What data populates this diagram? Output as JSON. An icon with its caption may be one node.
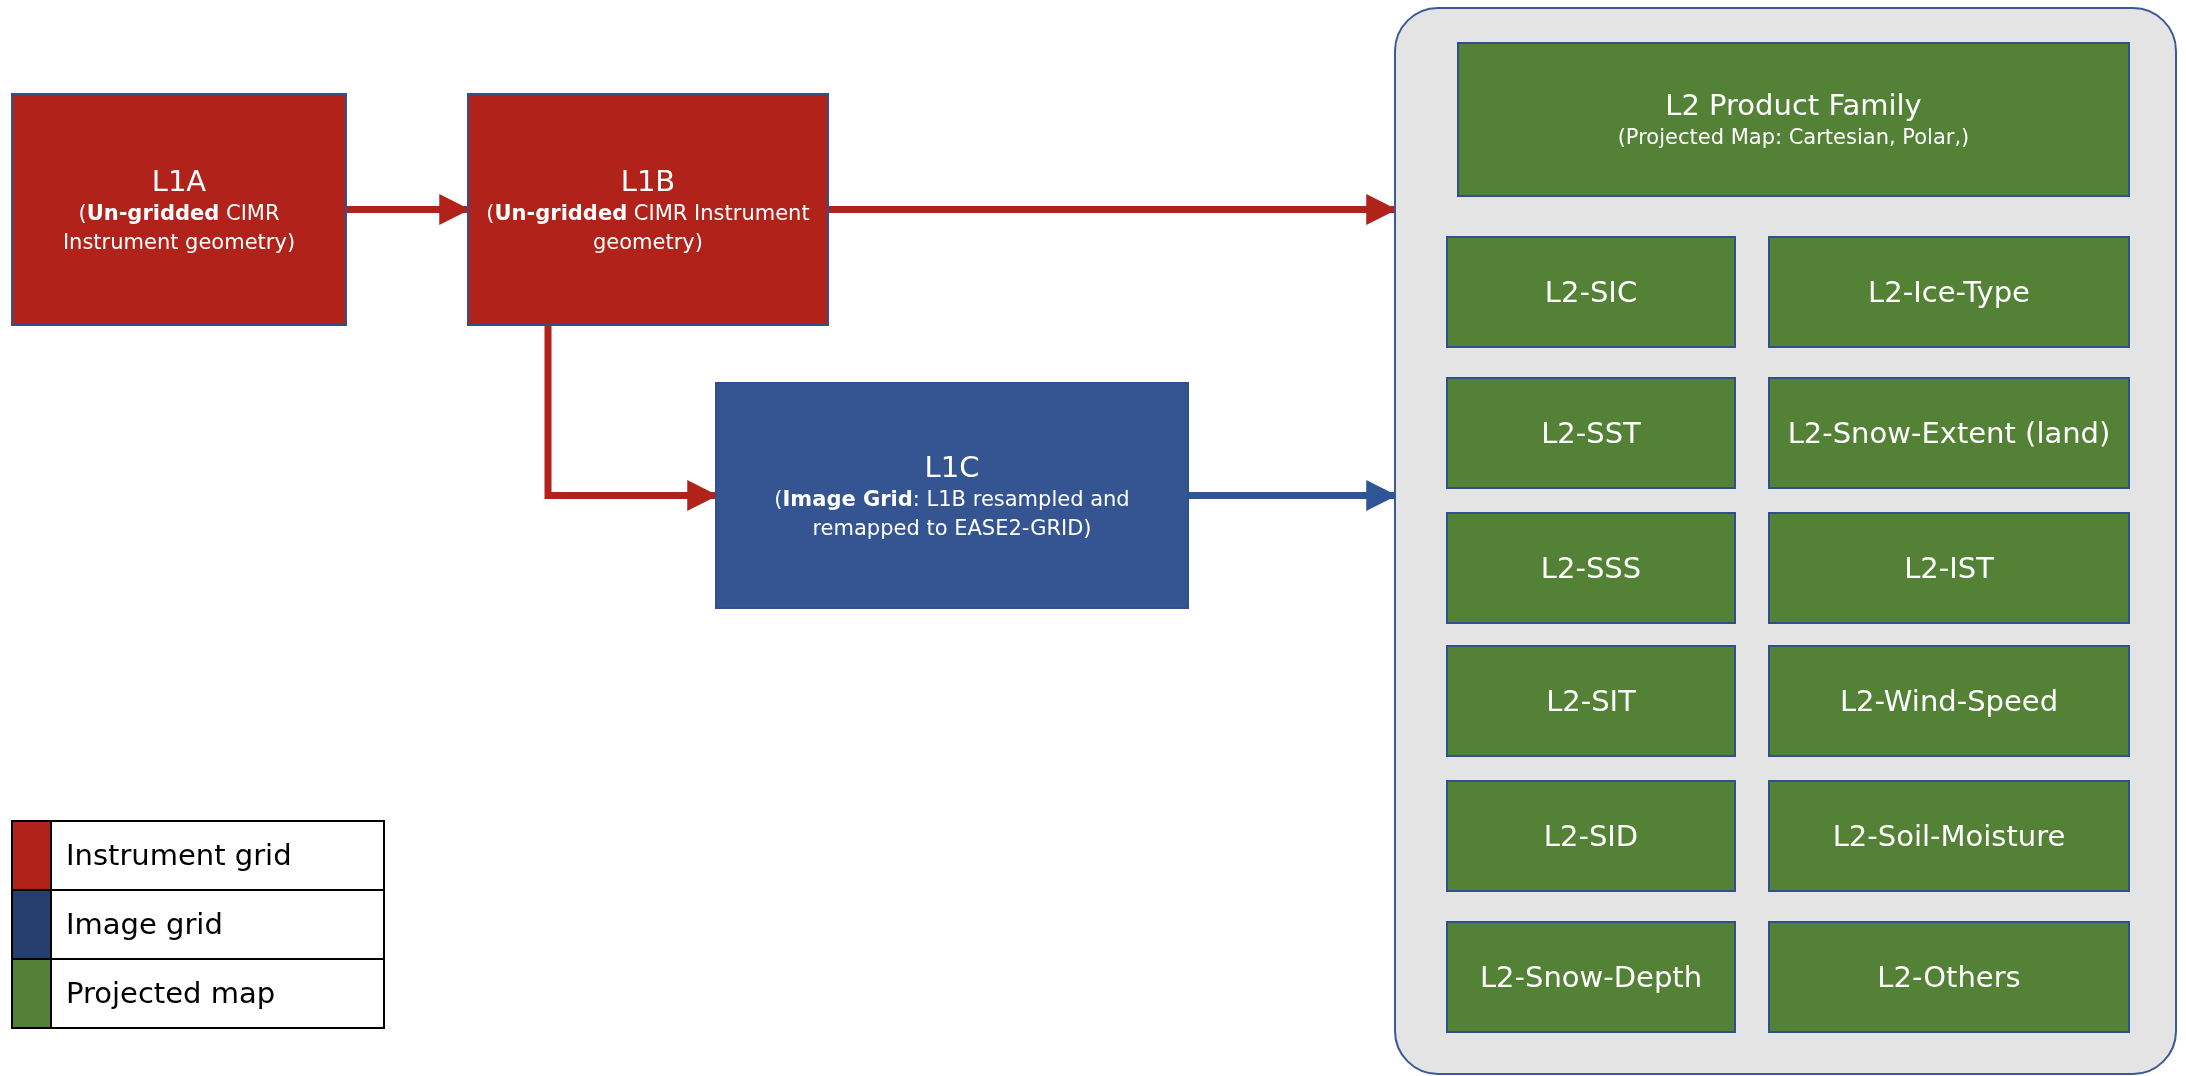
{
  "diagram": {
    "nodes": [
      {
        "text": [
          "L1A",
          "(**Un-gridded** CIMR Instrument geometry)"
        ]
      },
      {
        "text": [
          "L1B",
          "(**Un-gridded** CIMR Instrument geometry)"
        ]
      },
      {
        "text": [
          "L1C",
          "(**Image Grid**: L1B resampled and remapped to EASE2-GRID)"
        ]
      },
      {
        "text": [],
        "shape": "box"
      },
      {
        "text": [
          "L2 Product Family",
          "(Projected Map: Cartesian, Polar,)"
        ],
        "in": 3
      },
      {
        "text": [
          "L2-SIC"
        ],
        "in": 3
      },
      {
        "text": [
          "L2-Ice-Type"
        ],
        "in": 3
      },
      {
        "text": [
          "L2-SST"
        ],
        "in": 3
      },
      {
        "text": [
          "L2-Snow-Extent (land)"
        ],
        "in": 3
      },
      {
        "text": [
          "L2-SSS"
        ],
        "in": 3
      },
      {
        "text": [
          "L2-IST"
        ],
        "in": 3
      },
      {
        "text": [
          "L2-SIT"
        ],
        "in": 3
      },
      {
        "text": [
          "L2-Wind-Speed"
        ],
        "in": 3
      },
      {
        "text": [
          "L2-SID"
        ],
        "in": 3
      },
      {
        "text": [
          "L2-Soil-Moisture"
        ],
        "in": 3
      },
      {
        "text": [
          "L2-Snow-Depth"
        ],
        "in": 3
      },
      {
        "text": [
          "L2-Others"
        ],
        "in": 3
      }
    ],
    "edges": [
      {
        "from": 0,
        "to": 1,
        "arrow": "to"
      },
      {
        "from": 1,
        "to": 3,
        "arrow": "to"
      },
      {
        "from": 1,
        "to": 2,
        "arrow": "to"
      },
      {
        "from": 2,
        "to": 3,
        "arrow": "to",
        "color": "#2f5597"
      }
    ],
    "legend": [
      {
        "text": "Instrument grid",
        "color": "#b0221a"
      },
      {
        "text": "Image grid",
        "color": "#243f6e"
      },
      {
        "text": "Projected map",
        "color": "#538135"
      }
    ]
  }
}
